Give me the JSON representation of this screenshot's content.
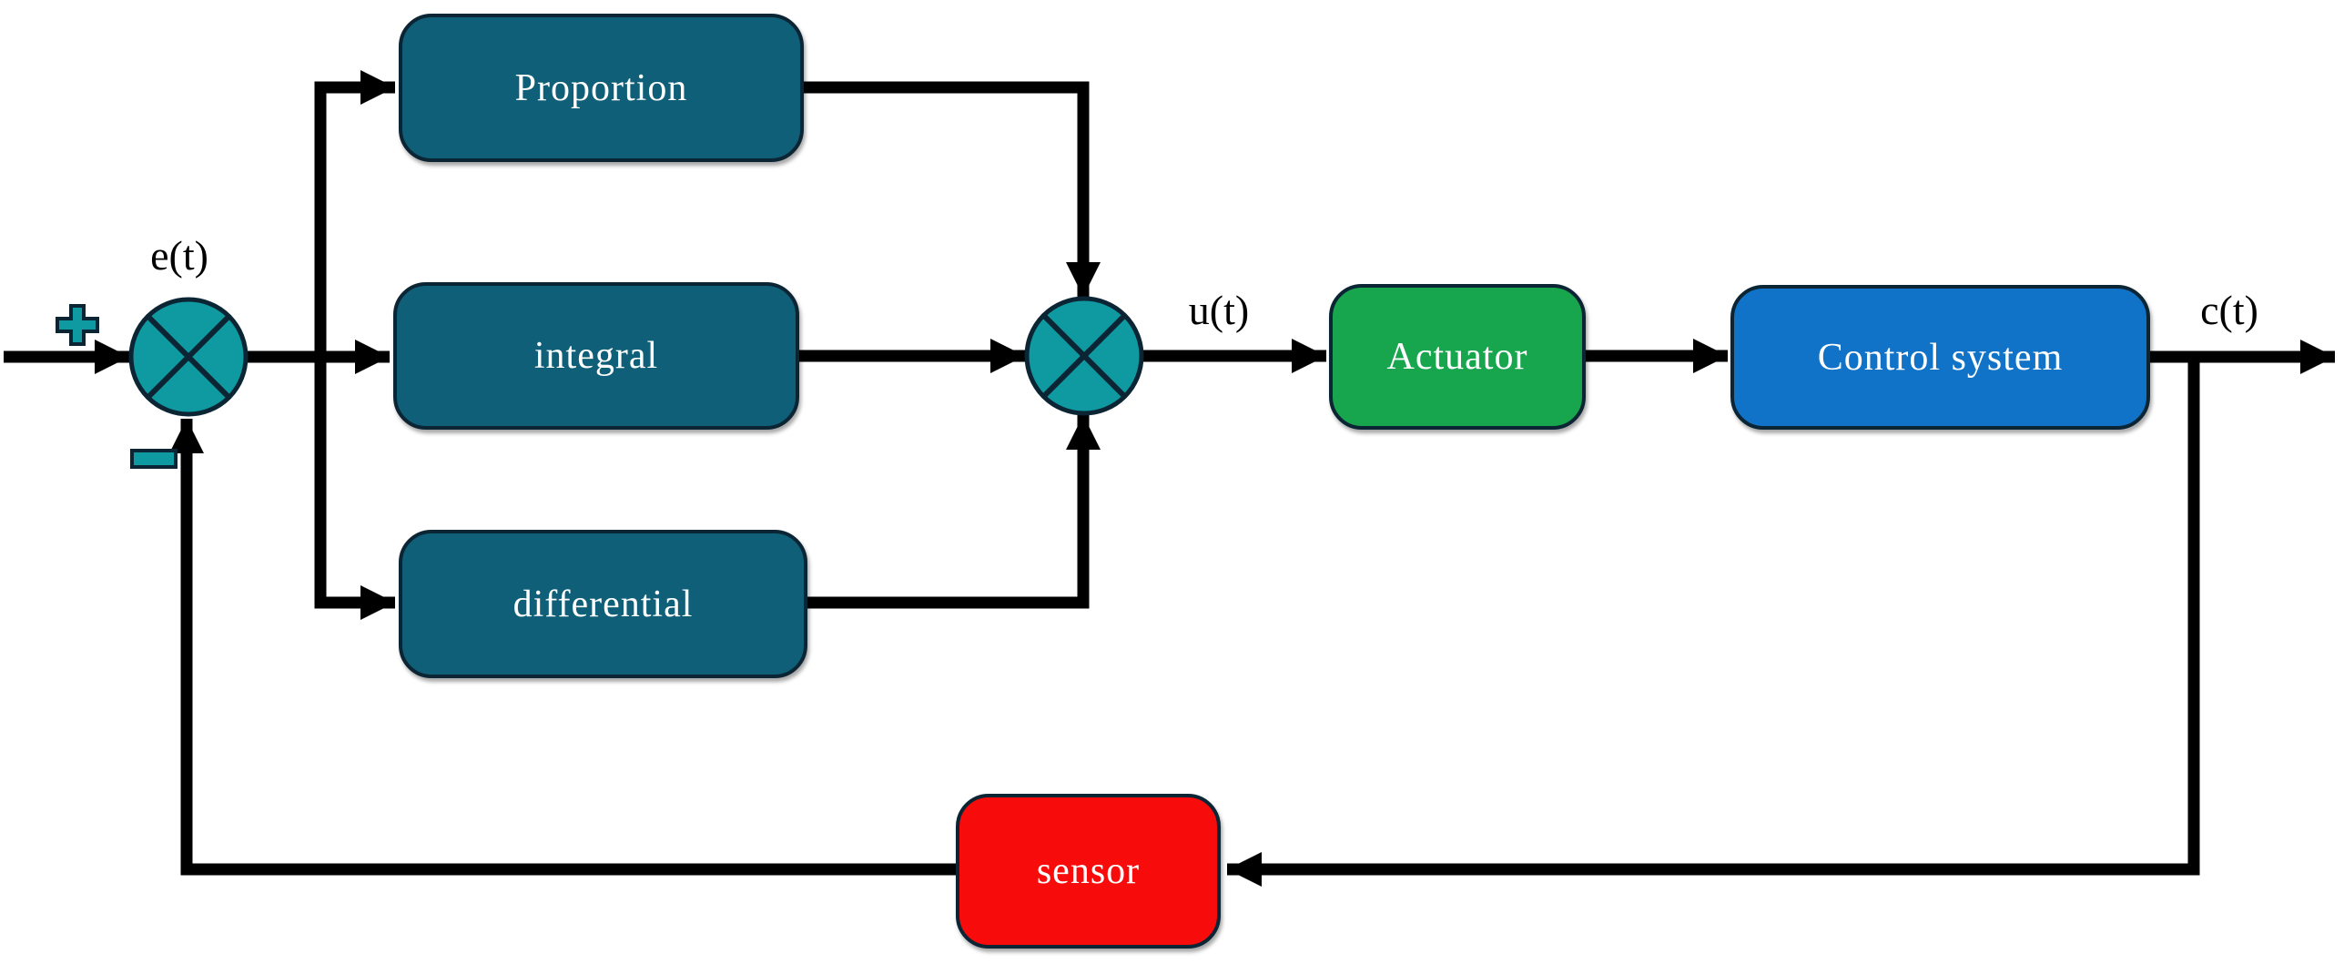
{
  "diagram": {
    "background": "#FFFFFF",
    "line_color": "#000000",
    "border_color": "#0C2534"
  },
  "blocks": {
    "proportion": {
      "label": "Proportion",
      "fill": "#0F5F78"
    },
    "integral": {
      "label": "integral",
      "fill": "#0F5F78"
    },
    "differential": {
      "label": "differential",
      "fill": "#0F5F78"
    },
    "actuator": {
      "label": "Actuator",
      "fill": "#17A64E"
    },
    "control_system": {
      "label": "Control system",
      "fill": "#1173C8"
    },
    "sensor": {
      "label": "sensor",
      "fill": "#F70B0B"
    }
  },
  "signal_labels": {
    "error": "e(t)",
    "control": "u(t)",
    "output": "c(t)"
  },
  "summing_junctions": {
    "sum1": {
      "fill": "#0E9AA0",
      "plus_sign": "+",
      "minus_sign": "−"
    },
    "sum2": {
      "fill": "#0E9AA0"
    }
  }
}
